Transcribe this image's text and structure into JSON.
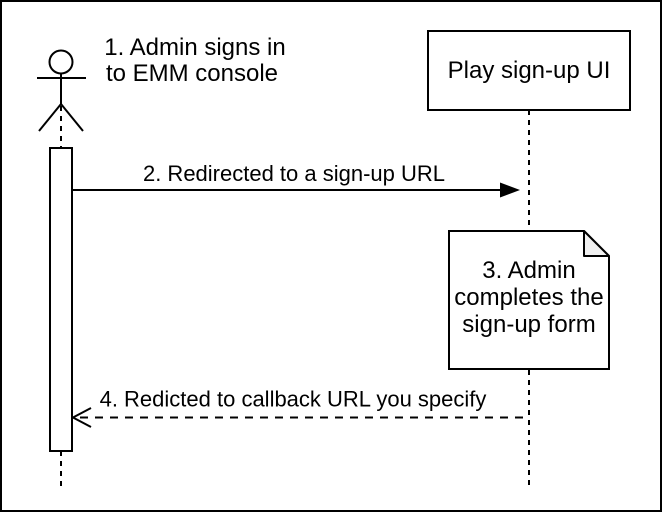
{
  "colors": {
    "background": "#ffffff",
    "border": "#000000",
    "stroke": "#000000",
    "text": "#000000",
    "shape_fill": "#ffffff",
    "note_fold_fill": "#f0f0f0"
  },
  "diagram": {
    "kind": "uml-sequence",
    "actor_label": {
      "line1": "1. Admin signs in",
      "line2": "to EMM console"
    },
    "participant_label": "Play sign-up UI",
    "message_request_label": "2. Redirected to a sign-up URL",
    "note_label": {
      "line1": "3. Admin",
      "line2": "completes the",
      "line3": "sign-up form"
    },
    "message_callback_label": "4. Redicted to callback URL you specify"
  }
}
